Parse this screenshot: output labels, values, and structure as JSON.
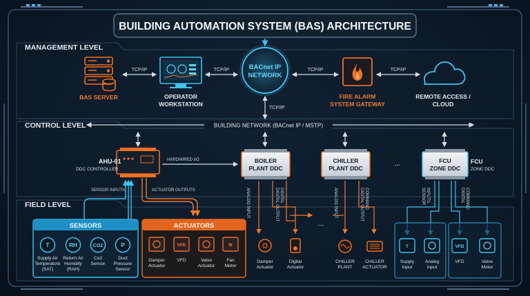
{
  "title": "BUILDING AUTOMATION SYSTEM (BAS) ARCHITECTURE",
  "levels": {
    "management": "MANAGEMENT LEVEL",
    "control": "CONTROL LEVEL",
    "field": "FIELD LEVEL"
  },
  "management": {
    "bas_server": "BAS SERVER",
    "workstation_1": "OPERATOR",
    "workstation_2": "WORKSTATION",
    "bacnet_1": "BACnet IP",
    "bacnet_2": "NETWORK",
    "fire_1": "FIRE ALARM",
    "fire_2": "SYSTEM GATEWAY",
    "remote_1": "REMOTE ACCESS /",
    "remote_2": "CLOUD",
    "tcpip": "TCP/IP"
  },
  "control": {
    "network_label": "BUILDING NETWORK (BACnet IP / MSTP)",
    "ahu_name": "AHU-01",
    "ahu_sub": "DDC CONTROLLER",
    "hardwired": "HARDWIRED I/O",
    "boiler_1": "BOILER",
    "boiler_2": "PLANT DDC",
    "chiller_1": "CHILLER",
    "chiller_2": "PLANT DDC",
    "ellipsis": "...",
    "fcu_1": "FCU",
    "fcu_2": "ZONE DDC",
    "fcu_side_1": "FCU",
    "fcu_side_2": "ZONE DDC",
    "sensor_inputs": "SENSOR INPUTS",
    "actuator_outputs": "ACTUATOR OUTPUTS"
  },
  "wiring": {
    "analog_input": "ANALOG INPUT",
    "digital_output": "DIGITAL OUTPUT",
    "digital": "DIGITAL",
    "command": "COMMAND",
    "sensor": "SENSOR",
    "inputs": "INPUTS"
  },
  "field": {
    "sensors_title": "SENSORS",
    "actuators_title": "ACTUATORS",
    "sensors": [
      {
        "glyph": "T",
        "l1": "Supply Air",
        "l2": "Temperature",
        "l3": "(SAT)"
      },
      {
        "glyph": "RH",
        "l1": "Return Air",
        "l2": "Humidity",
        "l3": "(RAH)"
      },
      {
        "glyph": "CO2",
        "l1": "Co2",
        "l2": "Sensor",
        "l3": ""
      },
      {
        "glyph": "P",
        "l1": "Duct",
        "l2": "Pressure",
        "l3": "Sensor"
      }
    ],
    "actuators": [
      {
        "glyph": "",
        "l1": "Damper",
        "l2": "Actuator"
      },
      {
        "glyph": "VFD",
        "l1": "VFD",
        "l2": ""
      },
      {
        "glyph": "",
        "l1": "Valve",
        "l2": "Actuator"
      },
      {
        "glyph": "M",
        "l1": "Fan",
        "l2": "Motor"
      }
    ],
    "boiler_devices": [
      {
        "l1": "Damper",
        "l2": "Actuator"
      },
      {
        "l1": "Digital",
        "l2": "Actuator"
      }
    ],
    "chiller_devices": [
      {
        "l1": "CHILLER",
        "l2": "PLANT"
      },
      {
        "l1": "CHILLER",
        "l2": "ACTUATOR"
      }
    ],
    "fcu_devices": [
      {
        "glyph": "T",
        "l1": "Supply",
        "l2": "Input"
      },
      {
        "glyph": "",
        "l1": "Analog",
        "l2": "Input"
      },
      {
        "glyph": "VFD",
        "l1": "VFD",
        "l2": ""
      },
      {
        "glyph": "",
        "l1": "Valve",
        "l2": "Motor"
      }
    ],
    "ellipsis": "..."
  },
  "colors": {
    "accent_cyan": "#2ab4e6",
    "accent_orange": "#ee6f22",
    "panel": "#15273a",
    "line": "#c9d3dc"
  }
}
